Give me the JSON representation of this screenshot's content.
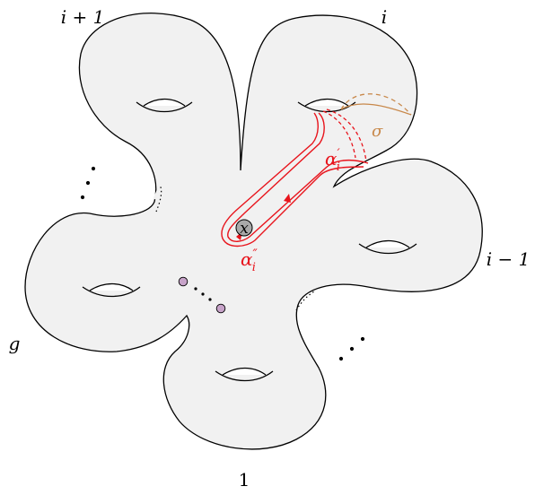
{
  "labels": {
    "top_left": "i + 1",
    "top_right": "i",
    "right": "i − 1",
    "bottom": "1",
    "left": "g",
    "center_point": "x",
    "curve_alpha_prime_main": "α",
    "curve_alpha_prime_sub": "i",
    "curve_alpha_prime_mark": "′",
    "curve_alpha_dprime_main": "α",
    "curve_alpha_dprime_sub": "i",
    "curve_alpha_dprime_mark": "″",
    "sigma": "σ"
  },
  "colors": {
    "surface_fill": "#f1f1f1",
    "outline": "#000000",
    "curve_red": "#e8141c",
    "sigma_orange": "#c8884a",
    "marked_point_fill": "#c7a3c9",
    "basepoint_fill": "#a9a9a9"
  }
}
